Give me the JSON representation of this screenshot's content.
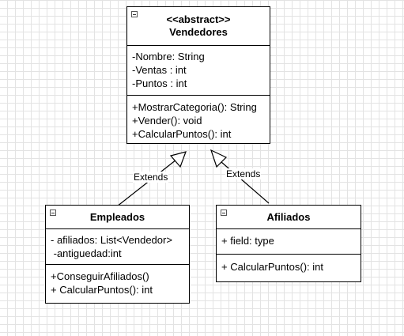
{
  "classes": {
    "vendedores": {
      "stereotype": "<<abstract>>",
      "name": "Vendedores",
      "attributes": [
        "-Nombre: String",
        "-Ventas : int",
        "-Puntos : int"
      ],
      "methods": [
        "+MostrarCategoria(): String",
        "+Vender(): void",
        "+CalcularPuntos(): int"
      ]
    },
    "empleados": {
      "name": "Empleados",
      "attributes": [
        "- afiliados: List<Vendedor>",
        " -antiguedad:int"
      ],
      "methods": [
        "+ConseguirAfiliados()",
        "+ CalcularPuntos(): int"
      ]
    },
    "afiliados": {
      "name": "Afiliados",
      "attributes": [
        "+ field: type"
      ],
      "methods": [
        "+ CalcularPuntos(): int"
      ]
    }
  },
  "relations": [
    {
      "from": "Empleados",
      "to": "Vendedores",
      "type": "generalization",
      "label": "Extends"
    },
    {
      "from": "Afiliados",
      "to": "Vendedores",
      "type": "generalization",
      "label": "Extends"
    }
  ]
}
